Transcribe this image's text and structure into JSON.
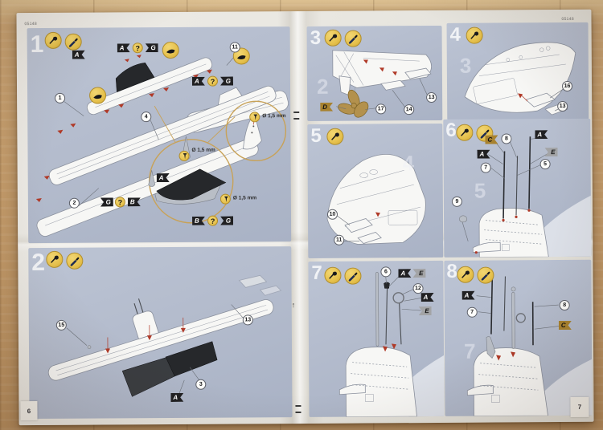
{
  "sheet": {
    "kit_number": "05148",
    "page_left": "6",
    "page_right": "7",
    "fold_arrow": "↑"
  },
  "colors": {
    "panel": "#b4bccd",
    "yellow": "#e6c14d",
    "flag-black": "#202022",
    "flag-gold": "#a8822f",
    "flag-silver": "#a3a4a6",
    "red": "#b03a28",
    "stroke": "#8b919e",
    "fill": "#f7f7f5",
    "ghost": "#dce0e8",
    "gold-detail": "#c8a258",
    "brass": "#b3914d"
  },
  "steps": {
    "s1": {
      "number": "1",
      "drill": "Ø 1,5 mm",
      "flag_top": "A",
      "group1": {
        "f1": "A",
        "q": "?",
        "f2": "G"
      },
      "group2": {
        "f1": "A",
        "q": "?",
        "f2": "G"
      },
      "flag_fin": "A",
      "group3": {
        "f1": "G",
        "q": "?",
        "f2": "B"
      },
      "group4": {
        "f1": "B",
        "q": "?",
        "f2": "G"
      },
      "parts": {
        "p1": "1",
        "p2": "2",
        "p4": "4",
        "p11": "11"
      }
    },
    "s2": {
      "number": "2",
      "flag_a": "A",
      "parts": {
        "p15": "15",
        "p13": "13",
        "p3": "3"
      }
    },
    "s3": {
      "number": "3",
      "ghost": "2",
      "flag_d": "D",
      "parts": {
        "p17": "17",
        "p14": "14",
        "p13": "13"
      }
    },
    "s4": {
      "number": "4",
      "ghost": "3",
      "parts": {
        "p16": "16",
        "p13": "13"
      }
    },
    "s5": {
      "number": "5",
      "ghost": "4",
      "parts": {
        "p10": "10",
        "p11": "11"
      }
    },
    "s6": {
      "number": "6",
      "ghost": "5",
      "flag_c": "C",
      "flag_a_right": "A",
      "flag_a_left": "A",
      "flag_e": "E",
      "parts": {
        "p8": "8",
        "p7": "7",
        "p5": "5",
        "p9": "9"
      }
    },
    "s7": {
      "number": "7",
      "flag_a1": "A",
      "flag_e1": "E",
      "flag_a2": "A",
      "flag_e2": "E",
      "parts": {
        "p6": "6",
        "p12": "12"
      }
    },
    "s8": {
      "number": "8",
      "ghost": "7",
      "flag_a": "A",
      "flag_c": "C",
      "parts": {
        "p7": "7",
        "p8": "8"
      }
    }
  }
}
